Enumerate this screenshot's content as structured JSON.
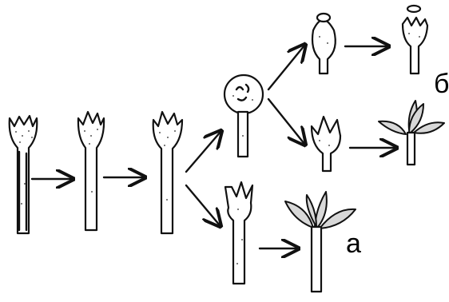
{
  "labels": {
    "a": "а",
    "b": "б"
  },
  "stages": [
    {
      "id": "stage-1",
      "type": "cup"
    },
    {
      "id": "stage-2",
      "type": "cup"
    },
    {
      "id": "stage-3",
      "type": "cup"
    },
    {
      "id": "stage-4-upper",
      "type": "closed-ball"
    },
    {
      "id": "stage-4-lower",
      "type": "opening-bud"
    },
    {
      "id": "stage-5-top",
      "type": "capsule"
    },
    {
      "id": "stage-5-middle",
      "type": "cup"
    },
    {
      "id": "stage-6-top",
      "type": "open-capsule-with-lid"
    },
    {
      "id": "stage-6-middle",
      "type": "open-leaves"
    },
    {
      "id": "stage-6-bottom",
      "type": "open-leaves"
    }
  ],
  "colors": {
    "ink": "#111111",
    "leaf_fill": "#d8d8d8",
    "background": "#ffffff"
  }
}
